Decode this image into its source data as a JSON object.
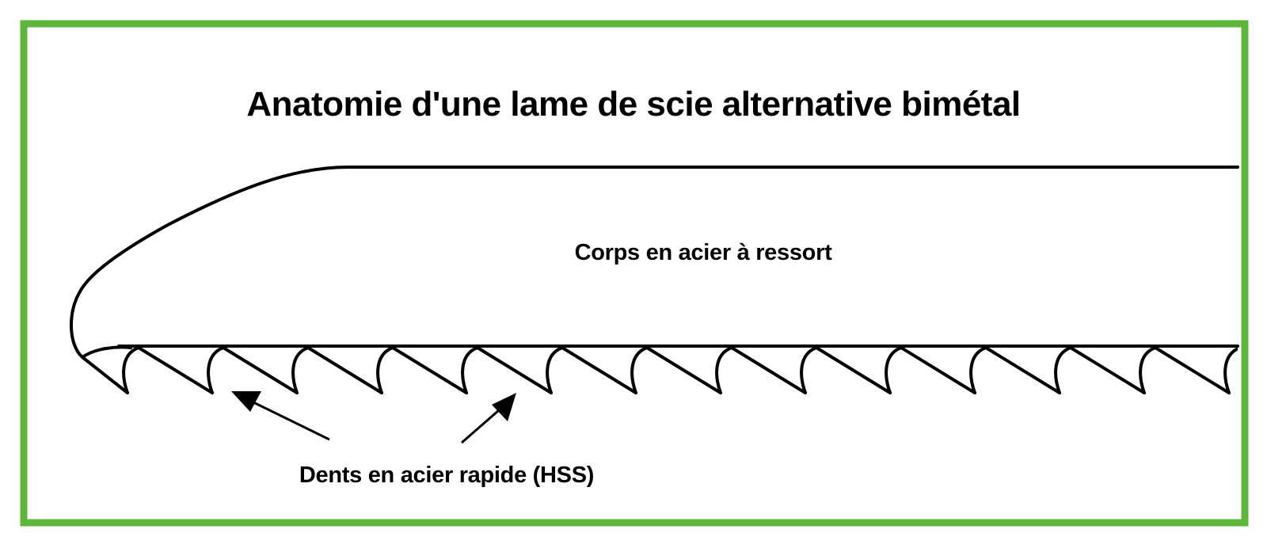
{
  "title": "Anatomie d'une lame de scie alternative bimétal",
  "labels": {
    "body": "Corps en acier à ressort",
    "teeth": "Dents en acier rapide (HSS)"
  },
  "colors": {
    "frame": "#5db53a",
    "ink": "#000000",
    "background": "#ffffff"
  }
}
